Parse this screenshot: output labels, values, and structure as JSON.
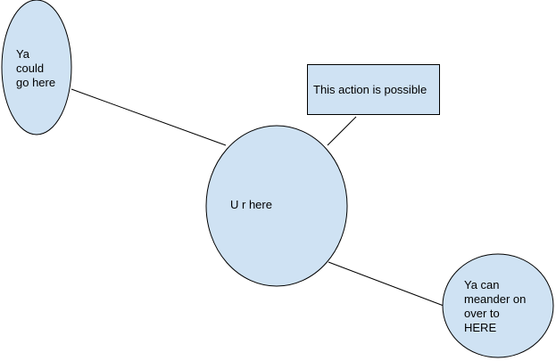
{
  "nodes": {
    "left_option": {
      "shape": "ellipse",
      "text": "Ya\ncould\ngo here"
    },
    "current": {
      "shape": "ellipse",
      "text": "U r here"
    },
    "action": {
      "shape": "rectangle",
      "text": "This action is possible"
    },
    "right_option": {
      "shape": "ellipse",
      "text": "Ya can\nmeander on\nover to\nHERE"
    }
  },
  "edges": [
    {
      "from": "current",
      "to": "left_option"
    },
    {
      "from": "current",
      "to": "action"
    },
    {
      "from": "current",
      "to": "right_option"
    }
  ],
  "colors": {
    "node_fill": "#cfe2f3",
    "stroke": "#000000",
    "background": "#ffffff"
  }
}
